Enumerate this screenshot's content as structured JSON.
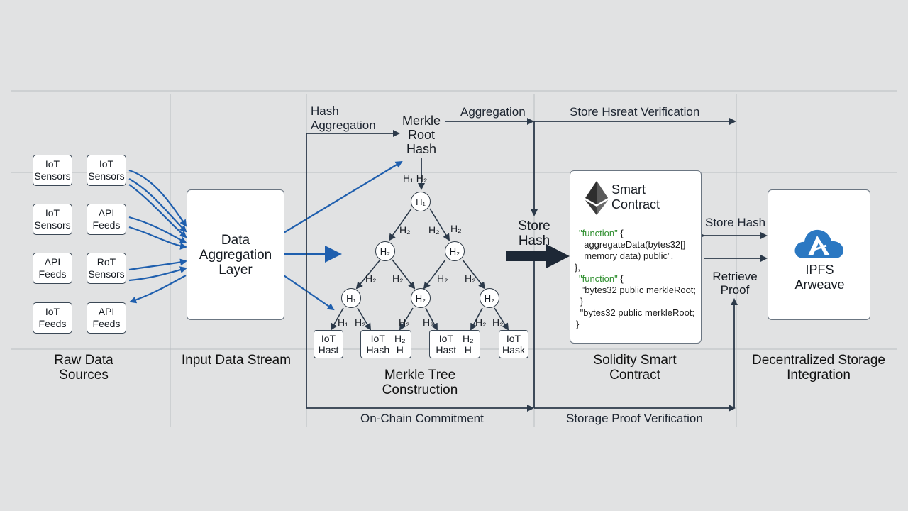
{
  "sources": {
    "items": [
      {
        "label": "IoT\nSensors"
      },
      {
        "label": "IoT\nSensors"
      },
      {
        "label": "IoT\nSensors"
      },
      {
        "label": "API\nFeeds"
      },
      {
        "label": "API\nFeeds"
      },
      {
        "label": "RoT\nSensors"
      },
      {
        "label": "IoT\nFeeds"
      },
      {
        "label": "API\nFeeds"
      }
    ],
    "column_label": "Raw Data\nSources"
  },
  "aggregation": {
    "box_label": "Data\nAggregation\nLayer",
    "column_label": "Input Data Stream"
  },
  "merkle": {
    "hash_aggregation_label": "Hash\nAggregation",
    "root_label": "Merkle\nRoot\nHash",
    "root_children_label": "H₁  H₂",
    "nodes": {
      "top": "H₁",
      "mid_left": "H₂",
      "mid_right": "H₂",
      "bottom_left": "H₁",
      "bottom_mid": "H₂",
      "bottom_right": "H₂"
    },
    "edge_labels": [
      "H₂",
      "H₂",
      "H₂",
      "H₂",
      "H₂",
      "H₂",
      "H₂",
      "H₁",
      "H₂",
      "H₂",
      "H₂",
      "H₂",
      "H₂"
    ],
    "leaves": [
      {
        "parts": [
          "IoT\nHast"
        ]
      },
      {
        "parts": [
          "IoT\nHash",
          "H₂\nH"
        ]
      },
      {
        "parts": [
          "IoT\nHast",
          "H₂\nH"
        ]
      },
      {
        "parts": [
          "IoT\nHask"
        ]
      }
    ],
    "column_label": "Merkle Tree\nConstruction"
  },
  "flow_labels": {
    "aggregation": "Aggregation",
    "store_hseract": "Store Hsreat Verification",
    "store_hash_big": "Store\nHash",
    "on_chain": "On-Chain Commitment",
    "storage_proof": "Storage Proof Verification",
    "store_hash": "Store Hash",
    "retrieve_proof": "Retrieve\nProof"
  },
  "contract": {
    "title": "Smart\nContract",
    "icon": "ethereum-icon",
    "code": {
      "line1a": "\"function\"",
      "line1b": " {",
      "line2": "  aggregateData(bytes32[]",
      "line3": "  memory data) public\".",
      "line4": "},",
      "line5a": "\"function\"",
      "line5b": " {",
      "line6": " \"bytes32 public merkleRoot;",
      "line7": "}",
      "line8": " \"bytes32 public merkleRoot;",
      "line9": "}"
    },
    "column_label": "Solidity Smart\nContract"
  },
  "storage": {
    "icon": "cloud-arweave-icon",
    "label": "IPFS\nArweave",
    "column_label": "Decentralized Storage\nIntegration"
  },
  "colors": {
    "background": "#e1e2e3",
    "blue_arrow": "#1f5fae",
    "dark_arrow": "#2c3a4a",
    "cloud": "#2b78c2",
    "code_green": "#2f8f2f"
  }
}
